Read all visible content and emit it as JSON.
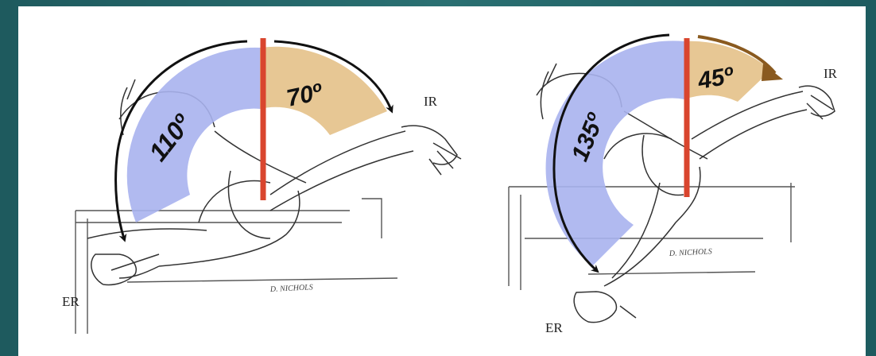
{
  "left_figure": {
    "ext_angle": "110º",
    "int_angle": "70º",
    "label_ext": "ER",
    "label_int": "IR",
    "signature": "D. NICHOLS"
  },
  "right_figure": {
    "ext_angle": "135º",
    "int_angle": "45º",
    "label_ext": "ER",
    "label_int": "IR",
    "signature": "D. NICHOLS"
  },
  "colors": {
    "ext_band": "#a9b2ee",
    "int_band": "#e6c48e",
    "axis": "#d9452e",
    "arrow": "#111111",
    "arrow_brown": "#8a5a1f",
    "background": "#256a6d"
  }
}
